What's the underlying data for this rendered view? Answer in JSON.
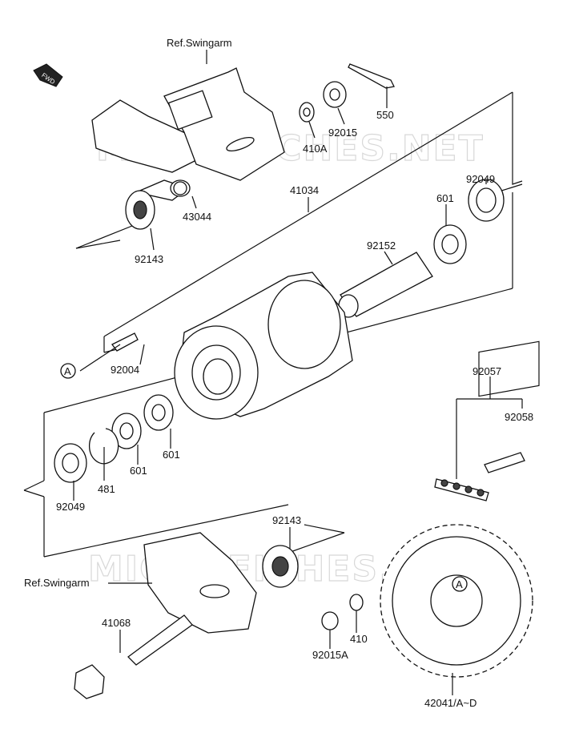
{
  "watermark": "MICROFICHES.NET",
  "fwd_label": "FWD",
  "ref_label": "A",
  "parts": {
    "ref_swingarm_top": "Ref.Swingarm",
    "ref_swingarm_bottom": "Ref.Swingarm",
    "p550": "550",
    "p92015": "92015",
    "p410A": "410A",
    "p43044": "43044",
    "p92143_top": "92143",
    "p41034": "41034",
    "p92049_top": "92049",
    "p601_top": "601",
    "p92152": "92152",
    "p92004": "92004",
    "p92057": "92057",
    "p92058": "92058",
    "p601_a": "601",
    "p601_b": "601",
    "p481": "481",
    "p92049_bottom": "92049",
    "p92143_bottom": "92143",
    "p41068": "41068",
    "p410": "410",
    "p92015A": "92015A",
    "p42041": "42041/A~D"
  }
}
